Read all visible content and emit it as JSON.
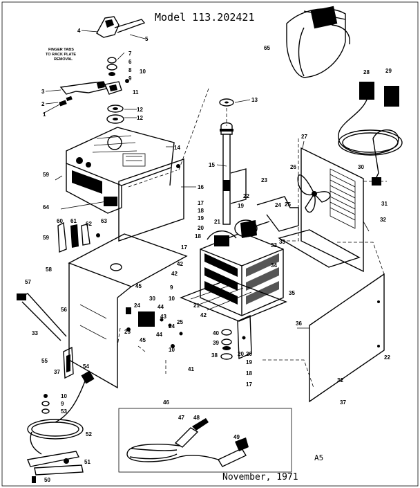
{
  "header": {
    "model": "Model 113.202421"
  },
  "footer": {
    "date": "November, 1971",
    "page": "A5"
  },
  "note": {
    "line1": "FINGER TABS",
    "line2": "TO RACK PLATE",
    "line3": "REMOVAL"
  },
  "callouts": [
    "1",
    "2",
    "3",
    "4",
    "5",
    "6",
    "7",
    "8",
    "9",
    "10",
    "11",
    "12",
    "12",
    "13",
    "14",
    "15",
    "16",
    "17",
    "18",
    "19",
    "20",
    "21",
    "22",
    "23",
    "24",
    "25",
    "26",
    "27",
    "28",
    "29",
    "30",
    "31",
    "32",
    "33",
    "34",
    "35",
    "36",
    "22",
    "32",
    "37",
    "59",
    "64",
    "60",
    "61",
    "62",
    "63",
    "59",
    "58",
    "42",
    "9",
    "10",
    "17",
    "18",
    "19",
    "20",
    "21",
    "56",
    "57",
    "33",
    "55",
    "37",
    "54",
    "45",
    "24",
    "25",
    "30",
    "44",
    "43",
    "42",
    "24",
    "25",
    "44",
    "45",
    "10",
    "41",
    "40",
    "39",
    "38",
    "20",
    "19",
    "18",
    "17",
    "10",
    "9",
    "53",
    "52",
    "51",
    "50",
    "46",
    "47",
    "48",
    "49",
    "65",
    "42",
    "33"
  ]
}
